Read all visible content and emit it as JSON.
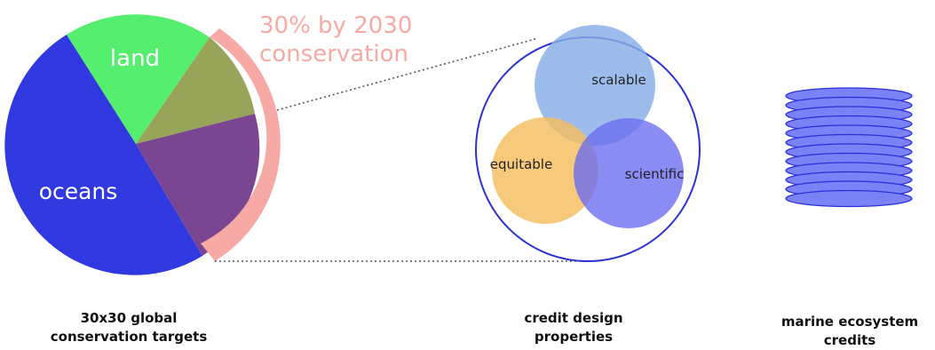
{
  "pie": {
    "land_label": "land",
    "oceans_label": "oceans",
    "colors": {
      "land": "#55ee6e",
      "oceans": "#3038df",
      "overlap_land": "#97a45a",
      "overlap_oceans": "#7a4591",
      "target_arc": "#f7a9a5"
    }
  },
  "target_annotation": {
    "line1": "30% by 2030",
    "line2": "conservation",
    "color": "#f7a9a5"
  },
  "venn": {
    "scalable": "scalable",
    "equitable": "equitable",
    "scientific": "scientific",
    "colors": {
      "scalable": "#86aee6",
      "equitable": "#f4bd5e",
      "scientific": "#6d6ef0",
      "outline": "#2c32d1"
    }
  },
  "credits_stack": {
    "color": "#7a82f5",
    "outline": "#2830d9"
  },
  "captions": {
    "targets": [
      "30x30 global",
      "conservation targets"
    ],
    "properties": [
      "credit design",
      "properties"
    ],
    "credits": [
      "marine ecosystem",
      "credits"
    ]
  }
}
